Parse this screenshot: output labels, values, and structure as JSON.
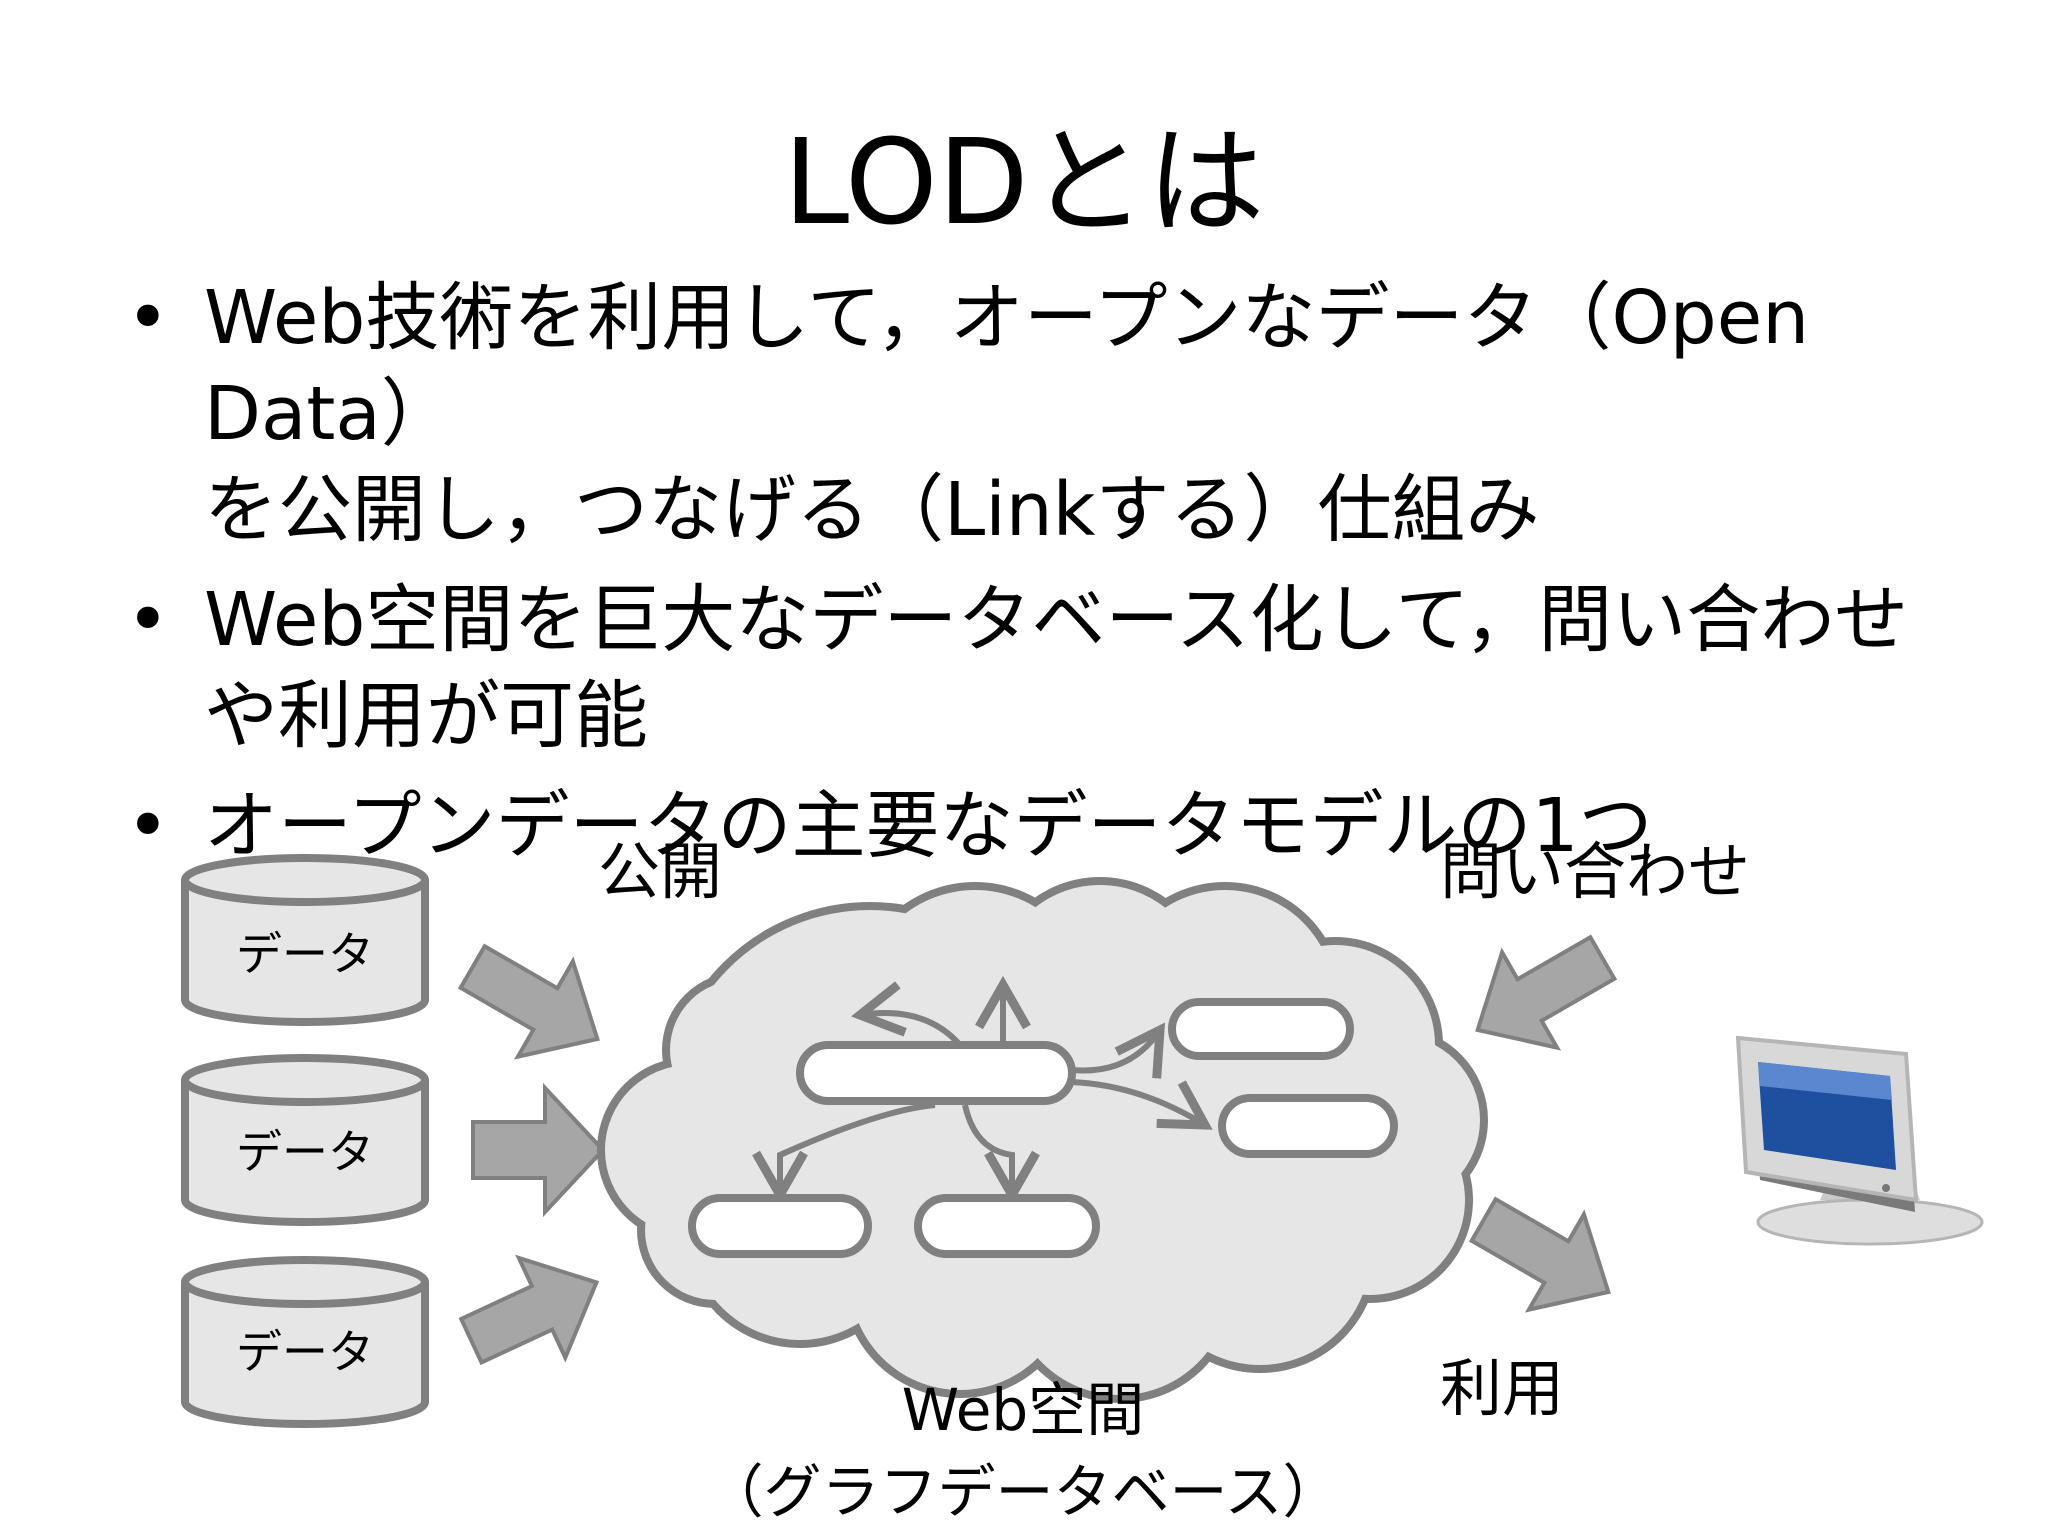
{
  "title": "LODとは",
  "bullets": [
    {
      "line1": "Web技術を利用して，オープンなデータ（Open Data）",
      "line2": "を公開し，つなげる（Linkする）仕組み"
    },
    {
      "line1": "Web空間を巨大なデータベース化して，問い合わせ",
      "line2": "や利用が可能"
    },
    {
      "line1": "オープンデータの主要なデータモデルの1つ",
      "line2": ""
    }
  ],
  "bullet_marker": "•",
  "diagram": {
    "databases": [
      {
        "label": "データ"
      },
      {
        "label": "データ"
      },
      {
        "label": "データ"
      }
    ],
    "publish_label": "公開",
    "query_label": "問い合わせ",
    "use_label": "利用",
    "cloud_label_line1": "Web空間",
    "cloud_label_line2": "（グラフデータベース）",
    "client_icon": "computer-monitor-icon"
  },
  "colors": {
    "shape_fill": "#e6e6e6",
    "shape_stroke": "#808080",
    "arrow_fill": "#a6a6a6",
    "node_fill": "#ffffff",
    "monitor_screen": "#1f4f9f"
  }
}
